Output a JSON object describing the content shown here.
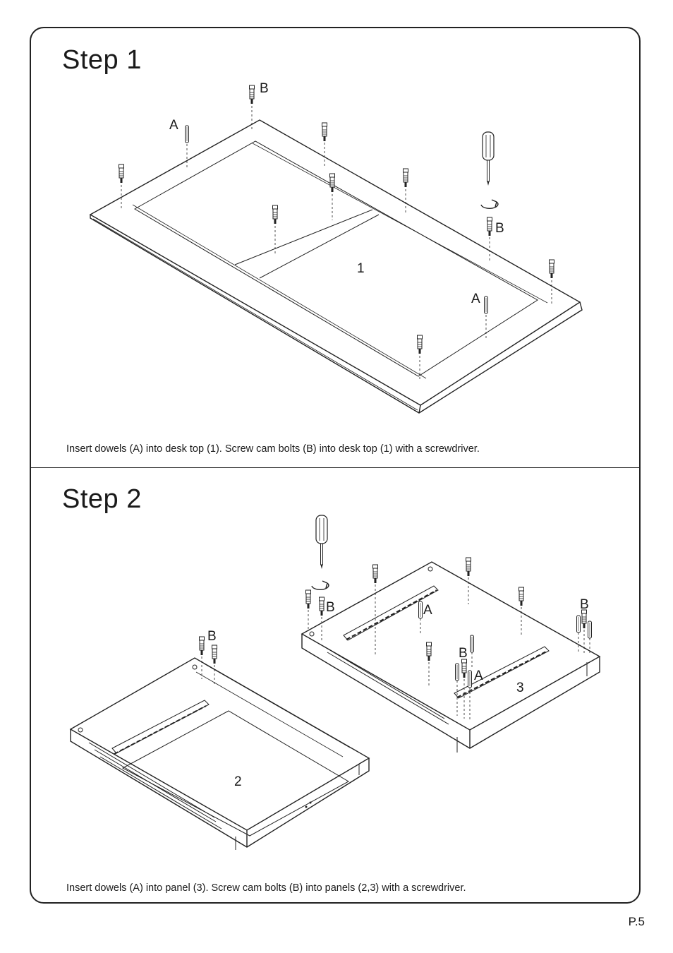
{
  "step1": {
    "title": "Step  1",
    "caption": "Insert dowels (A) into desk top (1). Screw cam bolts (B) into desk top (1) with a screwdriver.",
    "labels": {
      "dowel": "A",
      "bolt": "B",
      "part": "1"
    }
  },
  "step2": {
    "title": "Step  2",
    "caption": "Insert dowels (A) into panel (3). Screw cam bolts (B) into panels (2,3) with a screwdriver.",
    "labels": {
      "dowel": "A",
      "bolt": "B",
      "part_left": "2",
      "part_right": "3"
    }
  },
  "page_number": "P.5"
}
